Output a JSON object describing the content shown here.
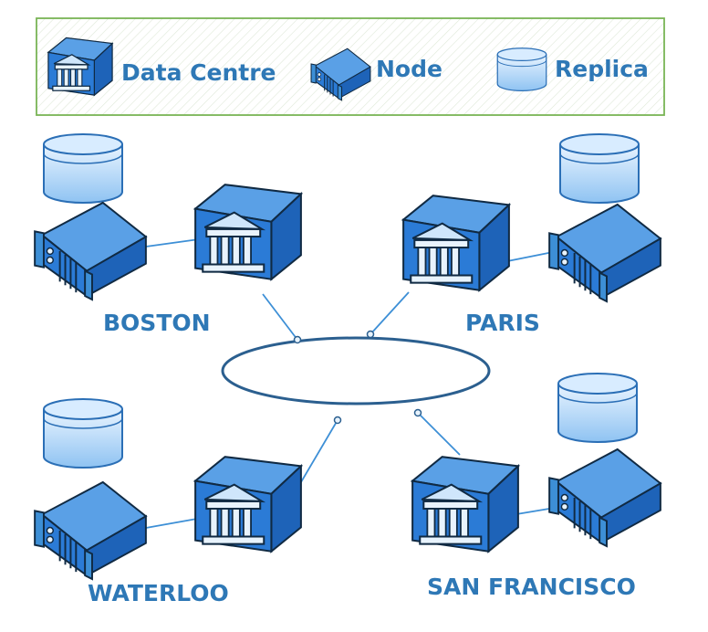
{
  "legend": {
    "items": [
      {
        "icon": "data-centre-icon",
        "label": "Data Centre"
      },
      {
        "icon": "node-icon",
        "label": "Node"
      },
      {
        "icon": "replica-icon",
        "label": "Replica"
      }
    ]
  },
  "sites": [
    {
      "name": "BOSTON"
    },
    {
      "name": "PARIS"
    },
    {
      "name": "WATERLOO"
    },
    {
      "name": "SAN FRANCISCO"
    }
  ],
  "colors": {
    "text": "#2e78b6",
    "icon_front": "#2b7bd6",
    "icon_top": "#5aa0e6",
    "icon_side": "#1e63b8",
    "outline": "#102a43",
    "replica_fill": "#aed4f7",
    "ring_stroke": "#2b5f8f",
    "link_stroke": "#3d8fd6",
    "legend_border": "#79b455",
    "legend_hatch": "#dfe8d8"
  }
}
